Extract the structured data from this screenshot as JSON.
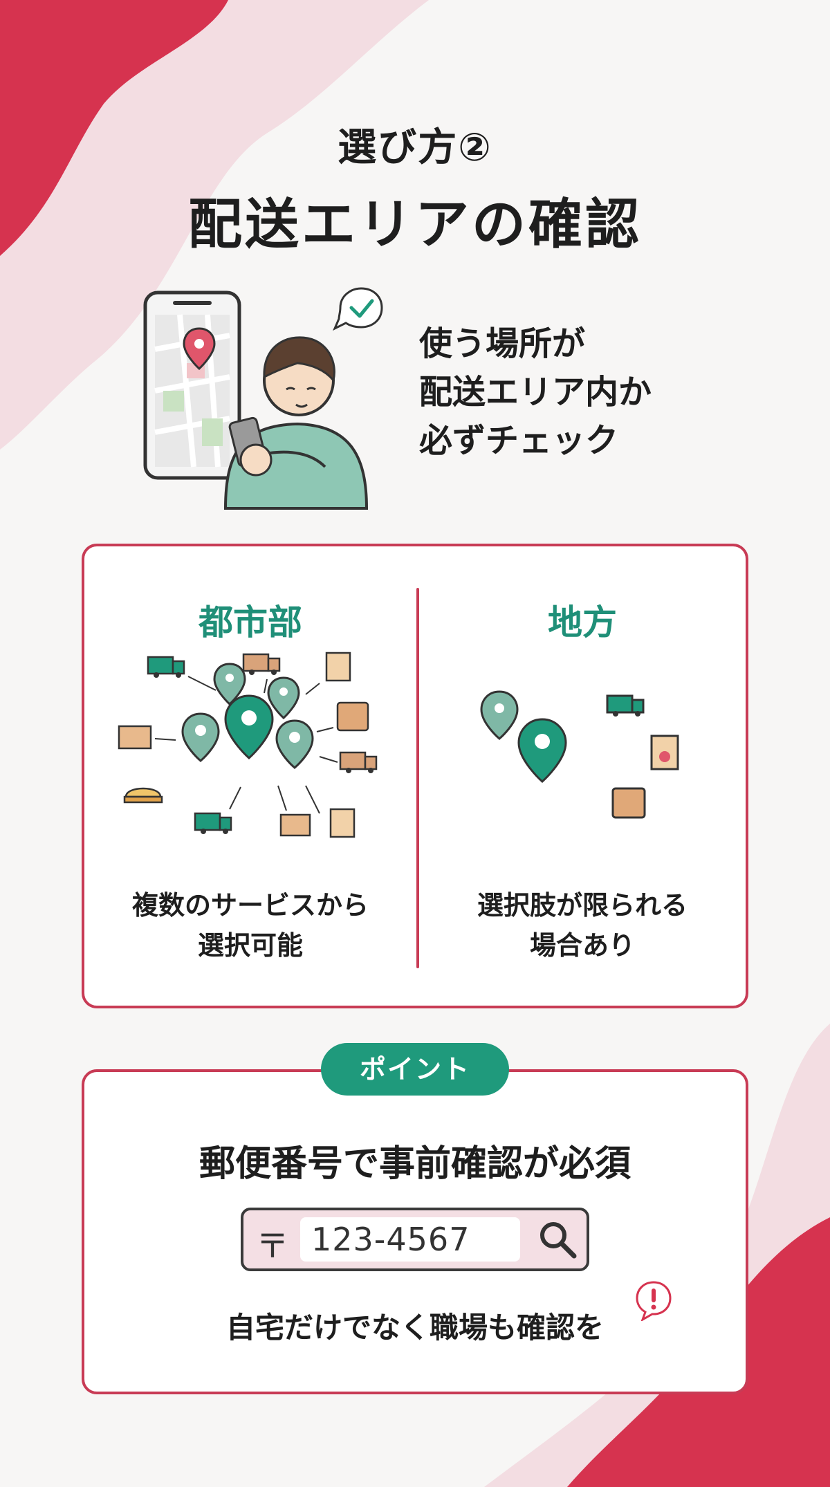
{
  "header": {
    "title_line1": "選び方②",
    "title_line2": "配送エリアの確認"
  },
  "hero": {
    "lines": [
      "使う場所が",
      "配送エリア内か",
      "必ずチェック"
    ]
  },
  "comparison": {
    "urban": {
      "title": "都市部",
      "desc_lines": [
        "複数のサービスから",
        "選択可能"
      ]
    },
    "rural": {
      "title": "地方",
      "desc_lines": [
        "選択肢が限られる",
        "場合あり"
      ]
    }
  },
  "point": {
    "badge": "ポイント",
    "main": "郵便番号で事前確認が必須",
    "postal_symbol": "〒",
    "postal_value": "123-4567",
    "note": "自宅だけでなく職場も確認を"
  },
  "colors": {
    "accent_red": "#d6334f",
    "accent_green": "#1f9a7c",
    "pin_light": "#7fb8a6"
  }
}
